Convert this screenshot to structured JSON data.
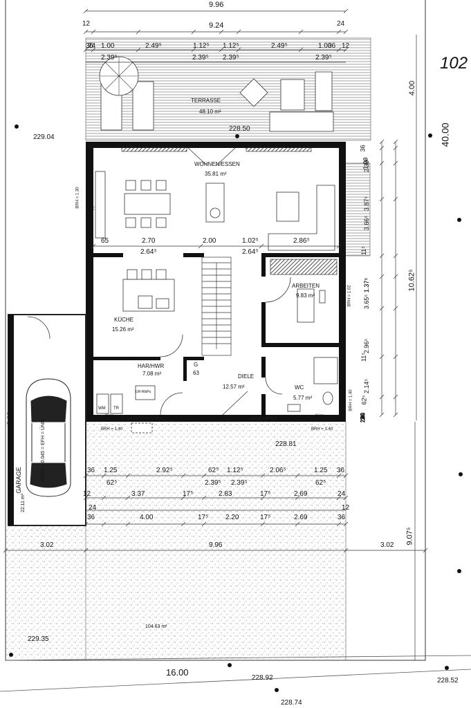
{
  "plot_number": "102",
  "dims": {
    "top_total": "9.96",
    "top_inner": "9.24",
    "top_12_l": "12",
    "top_24_r": "24",
    "row3": [
      "24",
      "36",
      "1.00",
      "2.49⁵",
      "1.12⁵",
      "1.12⁵",
      "2.49⁵",
      "1.00",
      "36",
      "12"
    ],
    "row4": [
      "2.39⁵",
      "2.39⁵",
      "2.39⁵",
      "2.39⁵"
    ],
    "right_4_00": "4.00",
    "right_40_00": "40.00",
    "right_outer": [
      "36",
      "1.00",
      "2.39⁵",
      "3.87⁵",
      "3.66⁵",
      "11⁵",
      "1.37⁵",
      "1.37⁵",
      "3.65⁵",
      "2.96⁵",
      "11⁵",
      "2.14⁵",
      "62⁵",
      "90",
      "36",
      "12",
      "24",
      "24",
      "12"
    ],
    "right_10_62": "10.62⁵",
    "right_9_07": "9.07⁵",
    "living_row": [
      "65",
      "2.70",
      "2.00",
      "1.02⁵",
      "2.86⁵"
    ],
    "living_row2": [
      "2.64⁵",
      "2.64⁵"
    ],
    "bottom_row1": [
      "36",
      "1.25",
      "2.92⁵",
      "62⁵",
      "1.12⁵",
      "2.06⁵",
      "1.25",
      "36"
    ],
    "bottom_row1b": [
      "62⁵",
      "2.39⁵",
      "2.39⁵",
      "62⁵"
    ],
    "bottom_row2": [
      "12",
      "3.37",
      "17⁵",
      "2.83",
      "17⁵",
      "2.69",
      "24"
    ],
    "bottom_row2b": [
      "24",
      "12"
    ],
    "bottom_row3": [
      "36",
      "4.00",
      "17⁵",
      "2.20",
      "17⁵",
      "2.69",
      "36"
    ],
    "bottom_row4": [
      "3.02",
      "9.96",
      "3.02"
    ],
    "bottom_16": "16.00",
    "garage_len": "8.02",
    "garage_width": "22.11 m²"
  },
  "levels": {
    "l229_04": "229.04",
    "l228_50": "228.50",
    "l228_81": "228.81",
    "l229_35": "229.35",
    "l228_92": "228.92",
    "l228_52": "228.52",
    "l228_74": "228.74"
  },
  "rooms": {
    "terrasse": {
      "name": "TERRASSE",
      "area": "48.10 m²"
    },
    "wohnen": {
      "name": "WOHNEN/ESSEN",
      "area": "35.81 m²"
    },
    "kueche": {
      "name": "KÜCHE",
      "area": "15.26 m²"
    },
    "arbeiten": {
      "name": "ARBEITEN",
      "area": "9.83 m²"
    },
    "har": {
      "name": "HAR/HWR",
      "area": "7.08 m²"
    },
    "diele": {
      "name": "DIELE",
      "area": "12.57 m²"
    },
    "wc": {
      "name": "WC",
      "area": "5.77 m²"
    },
    "g": {
      "name": "G",
      "area": "63"
    },
    "garage": {
      "name": "GARAGE"
    },
    "front": {
      "area": "104.63 m²"
    }
  },
  "notes": {
    "brh_130": "BRH = 1.30",
    "brh_140a": "BRH = 1.40",
    "brh_140b": "BRH = 1.40",
    "brh_102": "BRH = 1.02",
    "brh_140c": "BRH = 1.40",
    "kipp1": "Kipp",
    "kipp2": "Kipp",
    "kipp3": "Kipp",
    "wm": "WM",
    "tr": "TR",
    "wp": "LW-WäPu",
    "okff": "OKFF = 0.045 = EFH = ÜNN"
  }
}
